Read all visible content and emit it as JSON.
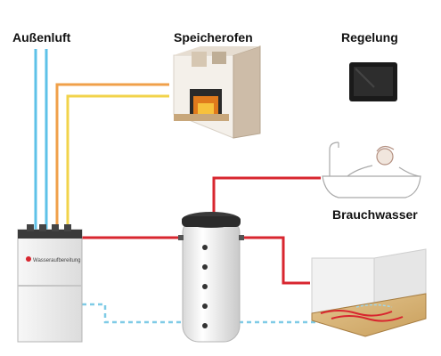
{
  "labels": {
    "outdoor_air": "Außenluft",
    "storage_stove": "Speicherofen",
    "control": "Regelung",
    "hot_water": "Brauchwasser"
  },
  "unit_brand": "Wasseraufbereitung",
  "colors": {
    "pipe_blue": "#5ec2e8",
    "pipe_orange": "#f0a04a",
    "pipe_yellow": "#f2d34a",
    "pipe_red": "#d8262f",
    "pipe_dashed": "#7fcbe6"
  }
}
